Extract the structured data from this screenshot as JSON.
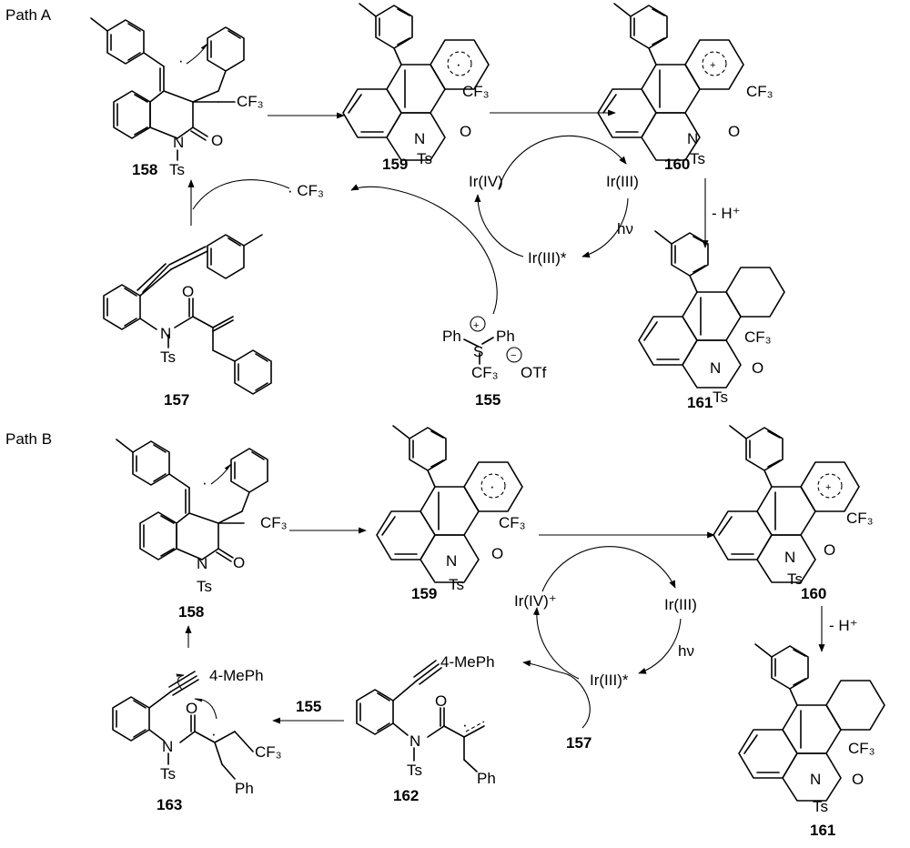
{
  "paths": [
    {
      "title": "Path A",
      "compounds": {
        "c158": "158",
        "c159": "159",
        "c160": "160",
        "c161": "161",
        "c157": "157",
        "c155": "155"
      },
      "species": {
        "ir4": "Ir(IV)",
        "ir3": "Ir(III)",
        "ir3star": "Ir(III)*",
        "hv": "hν",
        "cf3radical": "· CF₃",
        "deprotonation": "- H⁺"
      },
      "reagent155": {
        "ph1": "Ph",
        "ph2": "Ph",
        "s": "S",
        "cf3": "CF₃",
        "otf": "OTf"
      },
      "groups": {
        "cf3": "CF₃",
        "n": "N",
        "ts": "Ts",
        "o": "O"
      }
    },
    {
      "title": "Path B",
      "compounds": {
        "c158": "158",
        "c159": "159",
        "c160": "160",
        "c161": "161",
        "c157": "157",
        "c155": "155",
        "c162": "162",
        "c163": "163"
      },
      "species": {
        "ir4": "Ir(IV)⁺",
        "ir3": "Ir(III)",
        "ir3star": "Ir(III)*",
        "hv": "hν",
        "deprotonation": "- H⁺"
      },
      "substituents": {
        "aryl": "4-MePh",
        "ph": "Ph"
      },
      "groups": {
        "cf3": "CF₃",
        "n": "N",
        "ts": "Ts",
        "o": "O"
      }
    }
  ]
}
